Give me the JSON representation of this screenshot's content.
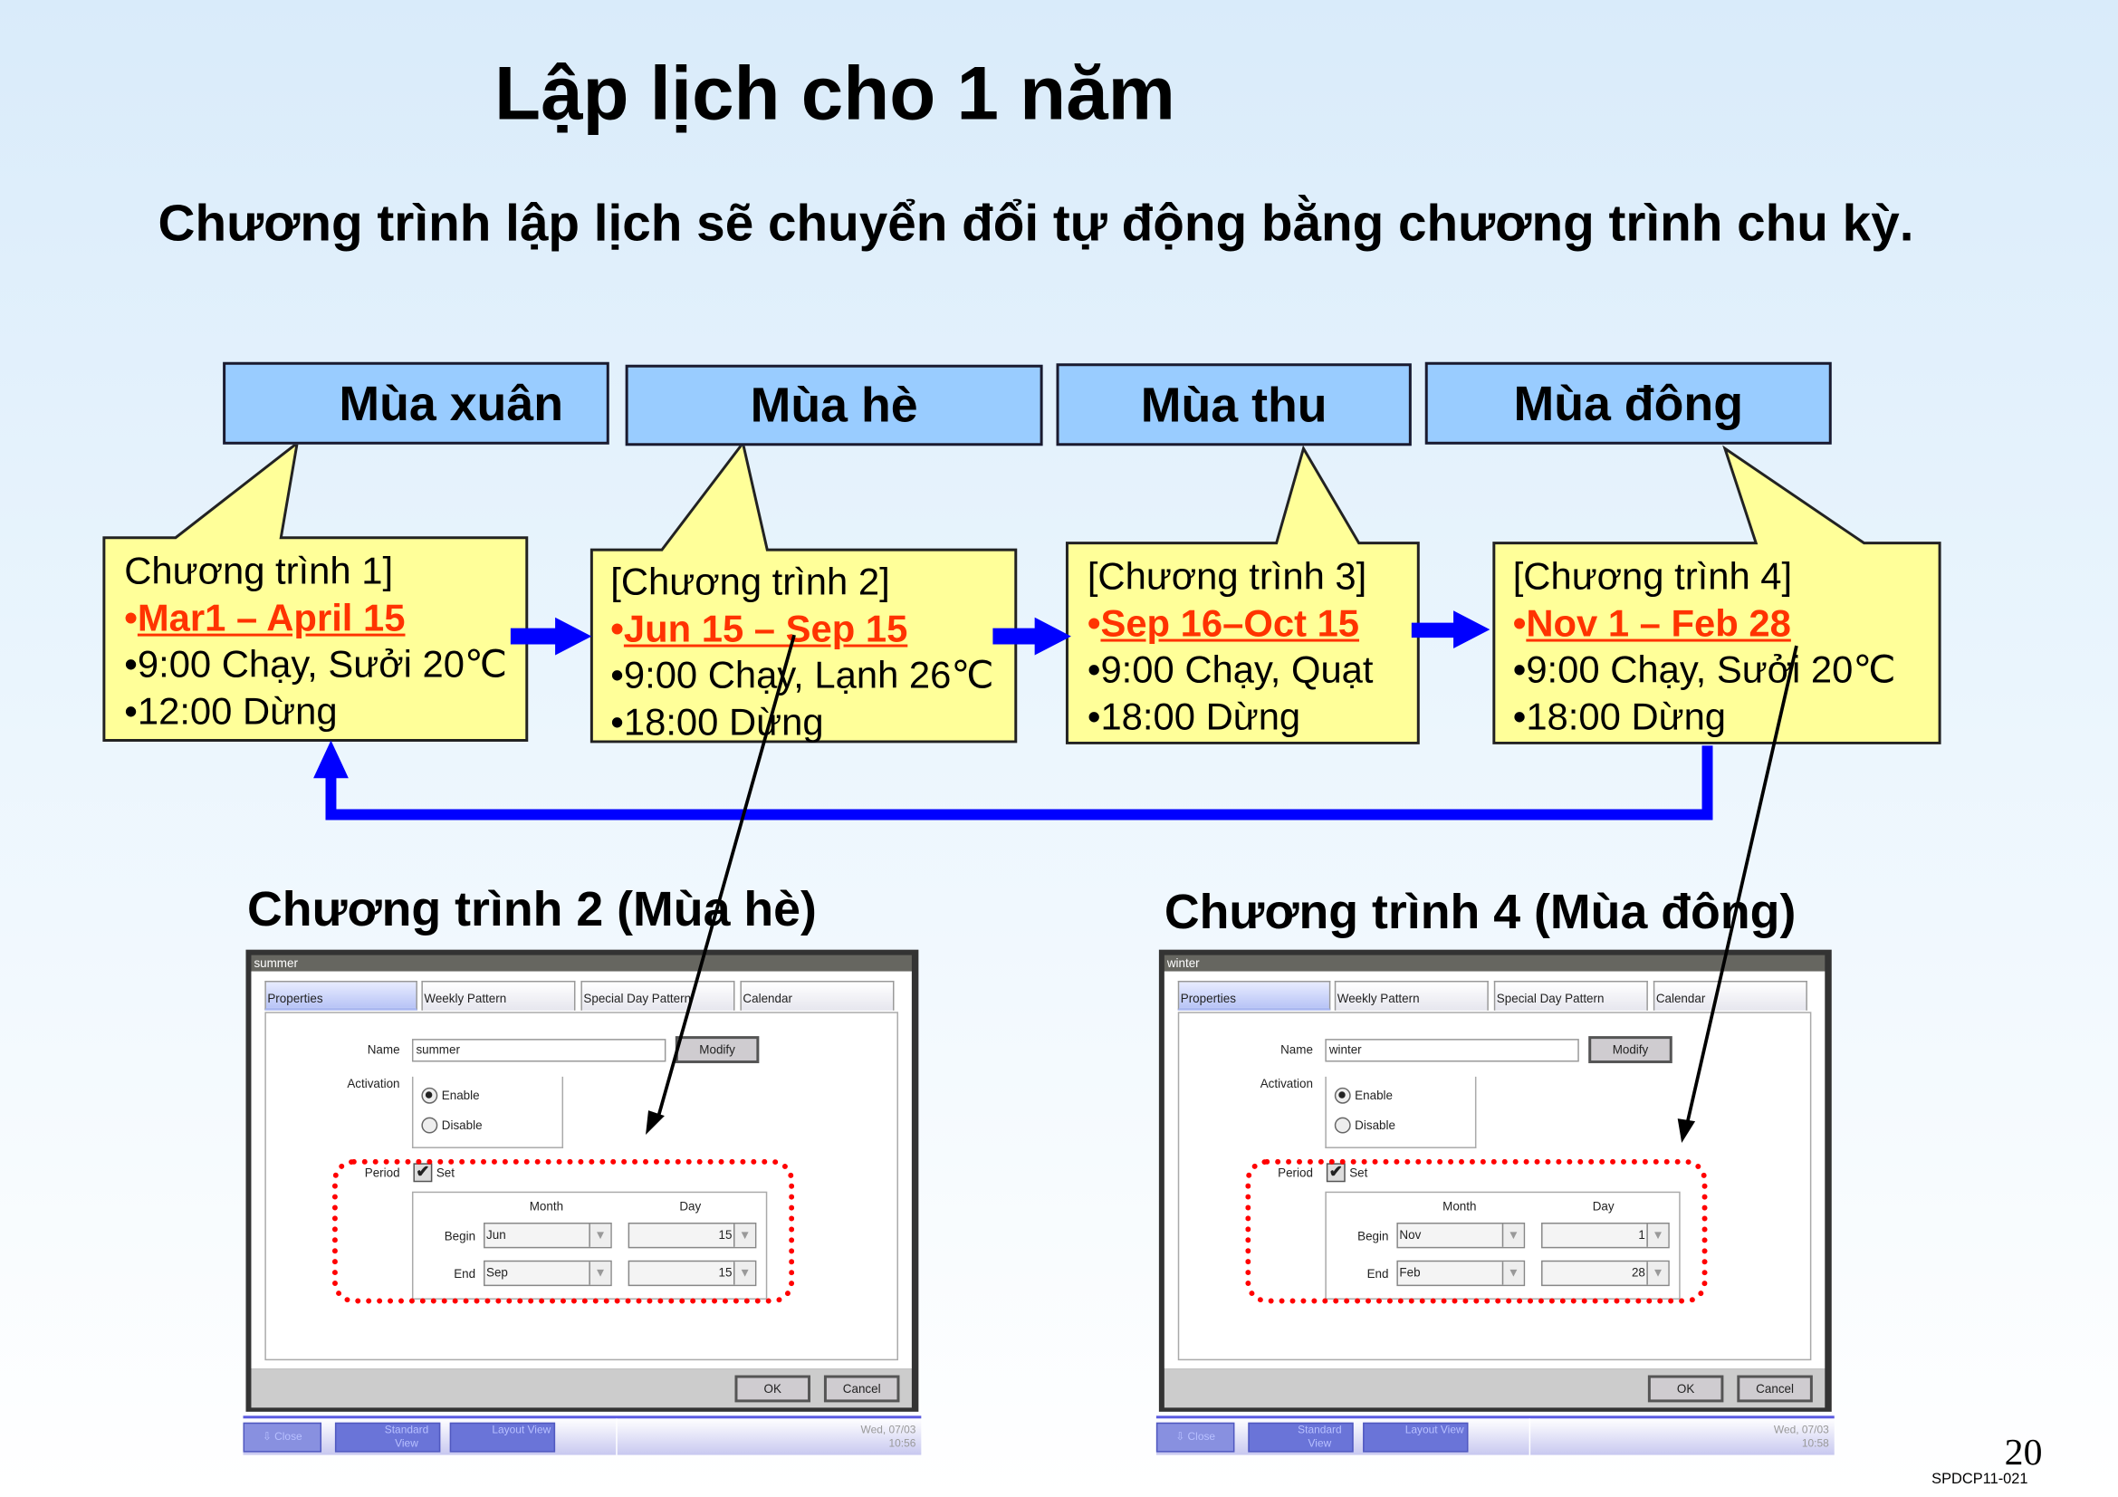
{
  "title": "Lập lịch cho 1 năm",
  "subtitle": "Chương trình lập lịch sẽ chuyển đổi tự động bằng chương trình chu kỳ.",
  "seasons": [
    "Mùa xuân",
    "Mùa hè",
    "Mùa thu",
    "Mùa đông"
  ],
  "programs": [
    {
      "heading": "Chương trình 1]",
      "period": "Mar1 – April 15",
      "line1": "•9:00 Chạy, Sưởi 20℃",
      "line2": "•12:00 Dừng"
    },
    {
      "heading": "[Chương trình 2]",
      "period": "Jun 15 – Sep 15",
      "line1": "•9:00 Chạy, Lạnh 26℃",
      "line2": "•18:00 Dừng"
    },
    {
      "heading": "[Chương trình 3]",
      "period": "Sep 16–Oct 15",
      "line1": "•9:00 Chạy, Quạt",
      "line2": "•18:00 Dừng"
    },
    {
      "heading": "[Chương trình 4]",
      "period": "Nov 1 – Feb 28",
      "line1": "•9:00 Chạy, Sưởi 20℃",
      "line2": "•18:00 Dừng"
    }
  ],
  "bullet": "•",
  "section_titles": [
    "Chương trình 2 (Mùa hè)",
    "Chương trình 4 (Mùa đông)"
  ],
  "dialogs": [
    {
      "title": "summer",
      "tabs": [
        "Properties",
        "Weekly Pattern",
        "Special Day Pattern",
        "Calendar"
      ],
      "name_label": "Name",
      "name_value": "summer",
      "modify": "Modify",
      "activation_label": "Activation",
      "enable": "Enable",
      "disable": "Disable",
      "period_label": "Period",
      "set_label": "Set",
      "month_header": "Month",
      "day_header": "Day",
      "begin_label": "Begin",
      "end_label": "End",
      "begin_month": "Jun",
      "begin_day": "15",
      "end_month": "Sep",
      "end_day": "15",
      "ok": "OK",
      "cancel": "Cancel",
      "taskbar": {
        "close": "Close",
        "standard": "Standard View",
        "layout": "Layout View",
        "date": "Wed, 07/03",
        "time": "10:56"
      }
    },
    {
      "title": "winter",
      "tabs": [
        "Properties",
        "Weekly Pattern",
        "Special Day Pattern",
        "Calendar"
      ],
      "name_label": "Name",
      "name_value": "winter",
      "modify": "Modify",
      "activation_label": "Activation",
      "enable": "Enable",
      "disable": "Disable",
      "period_label": "Period",
      "set_label": "Set",
      "month_header": "Month",
      "day_header": "Day",
      "begin_label": "Begin",
      "end_label": "End",
      "begin_month": "Nov",
      "begin_day": "1",
      "end_month": "Feb",
      "end_day": "28",
      "ok": "OK",
      "cancel": "Cancel",
      "taskbar": {
        "close": "Close",
        "standard": "Standard View",
        "layout": "Layout View",
        "date": "Wed, 07/03",
        "time": "10:58"
      }
    }
  ],
  "page_number": "20",
  "doc_code": "SPDCP11-021",
  "colors": {
    "season_box": "#99ccff",
    "program_box": "#ffff99",
    "highlight": "#ff3300",
    "flow_arrow": "#0000ff",
    "period_outline": "#ff0000"
  }
}
